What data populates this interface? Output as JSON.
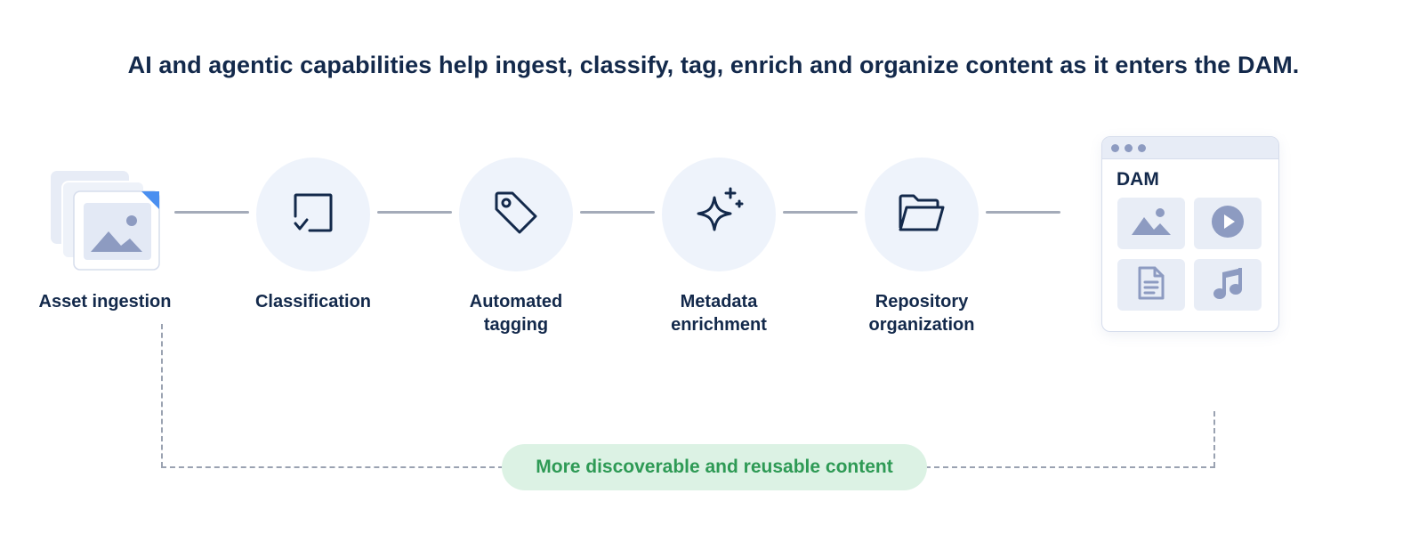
{
  "headline": "AI and agentic capabilities help ingest, classify, tag, enrich and organize content as it enters the DAM.",
  "steps": [
    {
      "label": "Asset ingestion",
      "icon": "image-stack-icon"
    },
    {
      "label": "Classification",
      "icon": "checkbox-icon"
    },
    {
      "label_line1": "Automated",
      "label_line2": "tagging",
      "icon": "tag-icon"
    },
    {
      "label_line1": "Metadata",
      "label_line2": "enrichment",
      "icon": "sparkle-icon"
    },
    {
      "label_line1": "Repository",
      "label_line2": "organization",
      "icon": "folder-icon"
    }
  ],
  "dam": {
    "title": "DAM",
    "tiles": [
      "image-icon",
      "play-icon",
      "document-icon",
      "music-icon"
    ]
  },
  "outcome": "More discoverable and reusable content",
  "colors": {
    "text": "#13294b",
    "circle": "#eef3fb",
    "connector": "#a4abb9",
    "pill_bg": "#dcf2e4",
    "pill_text": "#2e9a55",
    "accent": "#4a8ff0",
    "icon_muted": "#8d9bc1"
  }
}
